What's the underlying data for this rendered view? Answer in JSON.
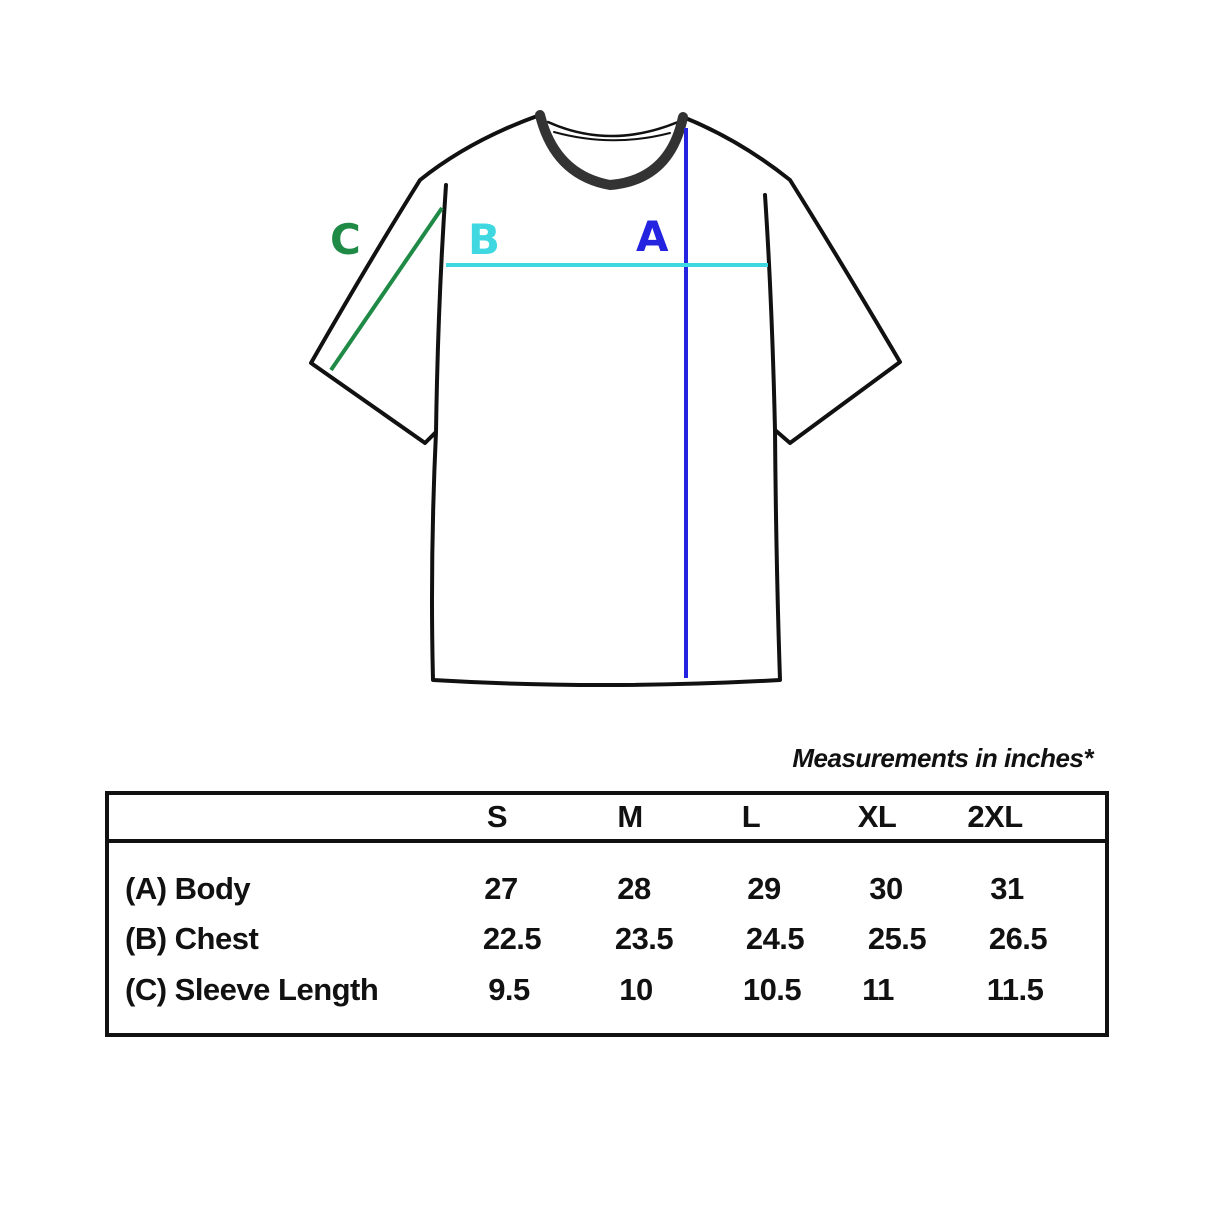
{
  "diagram": {
    "labels": {
      "a": "A",
      "b": "B",
      "c": "C"
    },
    "colors": {
      "a": "#2323e0",
      "b": "#3fd8e0",
      "c": "#1e8a45",
      "outline": "#111111"
    }
  },
  "note": "Measurements in inches*",
  "table": {
    "sizes": [
      "S",
      "M",
      "L",
      "XL",
      "2XL"
    ],
    "rows": [
      {
        "label": "(A) Body",
        "values": [
          "27",
          "28",
          "29",
          "30",
          "31"
        ]
      },
      {
        "label": "(B) Chest",
        "values": [
          "22.5",
          "23.5",
          "24.5",
          "25.5",
          "26.5"
        ]
      },
      {
        "label": "(C) Sleeve Length",
        "values": [
          "9.5",
          "10",
          "10.5",
          "11",
          "11.5"
        ]
      }
    ]
  }
}
